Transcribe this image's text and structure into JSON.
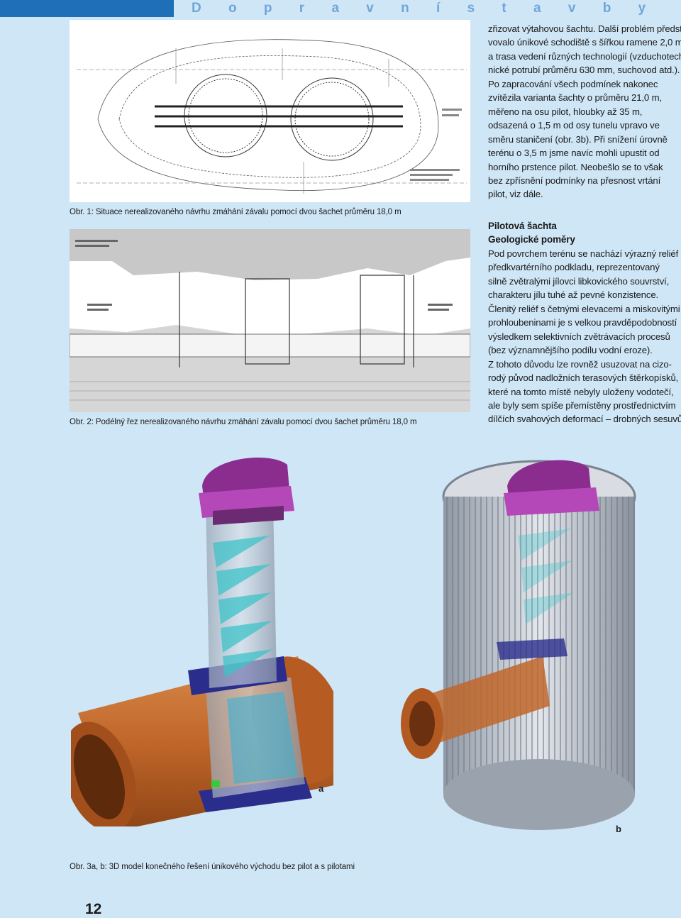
{
  "header": {
    "section_title": "D o p r a v n í   s t a v b y",
    "accent_color": "#1f6fb8"
  },
  "figure1": {
    "caption": "Obr. 1: Situace nerealizovaného návrhu zmáhání závalu pomocí dvou šachet průměru 18,0 m"
  },
  "figure2": {
    "caption": "Obr. 2: Podélný řez nerealizovaného návrhu zmáhání závalu pomocí dvou šachet průměru 18,0 m"
  },
  "figure3": {
    "caption": "Obr. 3a, b: 3D model konečného řešení únikového východu bez pilot a s pilotami",
    "label_a": "a",
    "label_b": "b"
  },
  "text": {
    "para1_lines": [
      "zřizovat výtahovou šachtu. Další problém předsta-",
      "vovalo únikové schodiště s šířkou ramene 2,0 m",
      "a trasa vedení různých technologií (vzduchotech-",
      "nické potrubí průměru 630 mm, suchovod atd.).",
      "Po zapracování všech podmínek nakonec",
      "zvítězila varianta šachty o průměru 21,0 m,",
      "měřeno na osu pilot, hloubky až 35 m,",
      "odsazená o 1,5 m od osy tunelu vpravo ve",
      "směru staničení (obr. 3b). Při snížení úrovně",
      "terénu o 3,5 m jsme navíc mohli upustit od",
      "horního prstence pilot. Neobešlo se to však",
      "bez zpřísnění podmínky na přesnost vrtání",
      "pilot, viz dále."
    ],
    "heading1": "Pilotová šachta",
    "heading2": "Geologické poměry",
    "para2_lines": [
      "Pod povrchem terénu se nachází výrazný reliéf",
      "předkvartérního podkladu, reprezentovaný",
      "silně zvětralými jílovci libkovického souvrství,",
      "charakteru jílu tuhé až pevné konzistence.",
      "Členitý reliéf s četnými elevacemi a miskovitými",
      "prohloubeninami je s velkou pravděpodobností",
      "výsledkem selektivních zvětrávacích procesů",
      "(bez významnějšího podílu vodní eroze).",
      "Z tohoto důvodu lze rovněž usuzovat na cizo-",
      "rodý původ nadložních terasových štěrkopísků,",
      "které na tomto místě nebyly uloženy vodotečí,",
      "ale byly sem spíše přemístěny prostřednictvím",
      "dílčích svahových deformací – drobných sesuvů."
    ]
  },
  "page_number": "12"
}
